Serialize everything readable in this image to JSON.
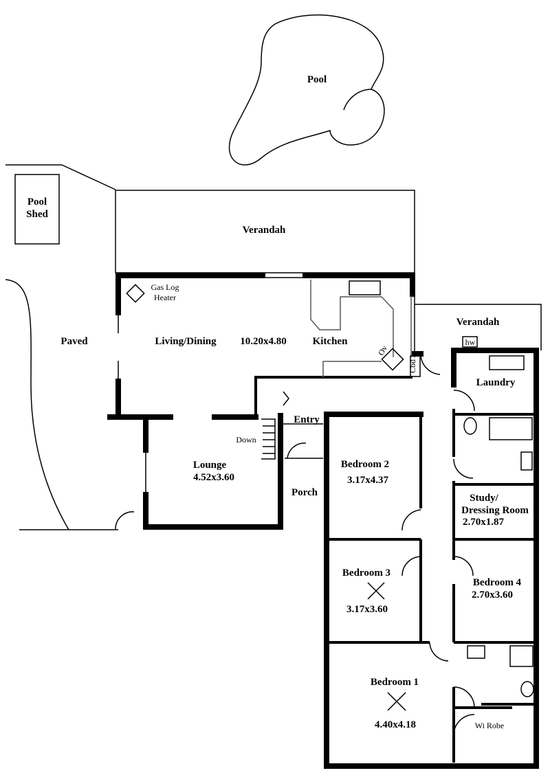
{
  "plan": {
    "pool": "Pool",
    "pool_shed": [
      "Pool",
      "Shed"
    ],
    "verandah_main": "Verandah",
    "verandah_side": "Verandah",
    "gas_log_heater": [
      "Gas Log",
      "Heater"
    ],
    "paved": "Paved",
    "living_dining": "Living/Dining",
    "living_size": "10.20x4.80",
    "kitchen": "Kitchen",
    "oven": "Ov",
    "cupboard": "Cbd",
    "hot_water": "hw",
    "laundry": "Laundry",
    "entry": "Entry",
    "down": "Down",
    "lounge": "Lounge",
    "lounge_size": "4.52x3.60",
    "porch": "Porch",
    "bedroom2": "Bedroom 2",
    "bedroom2_size": "3.17x4.37",
    "study": [
      "Study/",
      "Dressing Room"
    ],
    "study_size": "2.70x1.87",
    "bedroom3": "Bedroom 3",
    "bedroom3_size": "3.17x3.60",
    "bedroom4": "Bedroom 4",
    "bedroom4_size": "2.70x3.60",
    "bedroom1": "Bedroom 1",
    "bedroom1_size": "4.40x4.18",
    "wi_robe": "Wi Robe"
  }
}
